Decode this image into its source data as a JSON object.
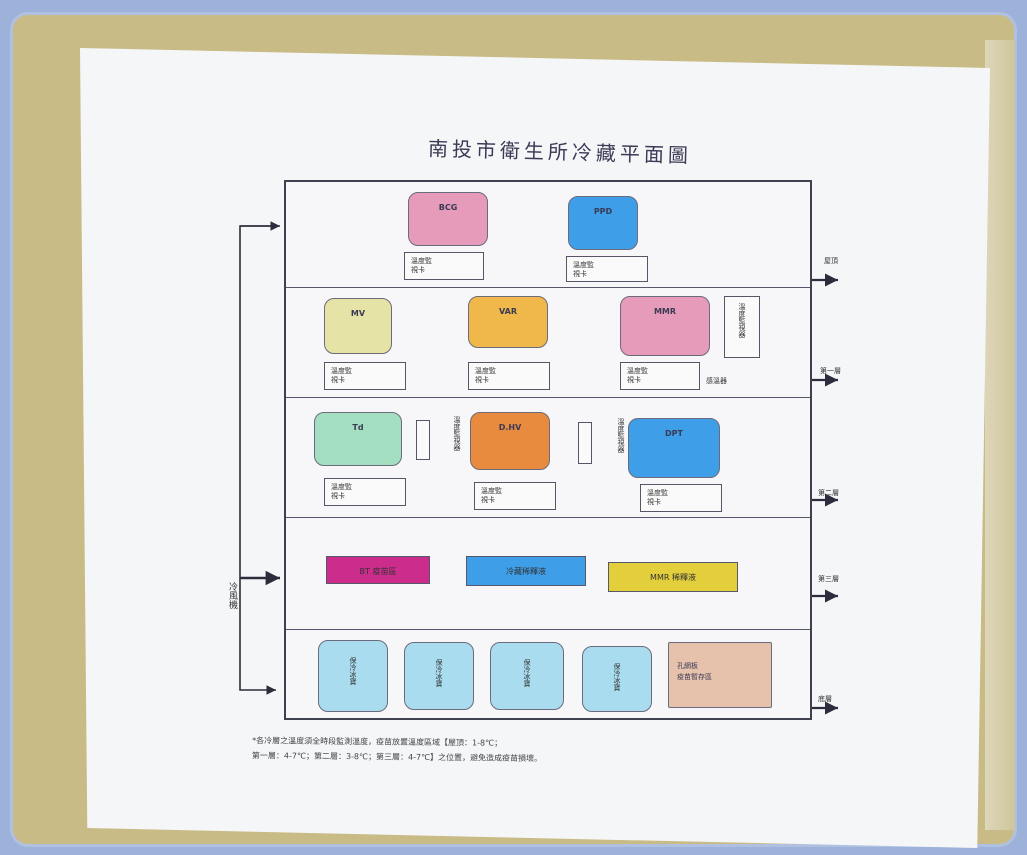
{
  "title": "南投市衛生所冷藏平面圖",
  "floors": {
    "f5": {
      "units": [
        {
          "label": "BCG",
          "tag_line1": "溫度監",
          "tag_line2": "視卡"
        },
        {
          "label": "PPD",
          "tag_line1": "溫度監",
          "tag_line2": "視卡"
        }
      ],
      "exit_label": "屋頂"
    },
    "f4": {
      "units": [
        {
          "label": "MV",
          "tag_line1": "溫度監",
          "tag_line2": "視卡"
        },
        {
          "label": "VAR",
          "tag_line1": "溫度監",
          "tag_line2": "視卡"
        },
        {
          "label": "MMR",
          "tag_line1": "溫度監",
          "tag_line2": "視卡"
        }
      ],
      "side_box": "溫度監視器",
      "sensor_label": "感溫器",
      "exit_label": "第一層"
    },
    "f3": {
      "units": [
        {
          "label": "Td",
          "tag_line1": "溫度監",
          "tag_line2": "視卡"
        },
        {
          "label": "D.HV",
          "tag_line1": "溫度監",
          "tag_line2": "視卡"
        },
        {
          "label": "DPT",
          "tag_line1": "溫度監",
          "tag_line2": "視卡"
        }
      ],
      "connector_label": "溫度監視器",
      "exit_label": "第二層"
    },
    "f2": {
      "bars": [
        {
          "label": "BT 疫苗區"
        },
        {
          "label": "冷藏稀釋液"
        },
        {
          "label": "MMR 稀釋液"
        }
      ],
      "exit_label": "第三層"
    },
    "f1": {
      "tall_units": [
        {
          "label": "保冷冰寶"
        },
        {
          "label": "保冷冰寶"
        },
        {
          "label": "保冷冰寶"
        },
        {
          "label": "保冷冰寶"
        }
      ],
      "last_box_line1": "孔網板",
      "last_box_line2": "疫苗暫存區",
      "exit_label": "底層"
    }
  },
  "left_label": "冷風機",
  "note_line1": "*各冷層之溫度須全時段監測溫度，疫苗放置溫度區域【屋頂：1-8℃；",
  "note_line2": "第一層：4-7℃；第二層：3-8℃；第三層：4-7℃】之位置，避免造成疫苗損壞。",
  "colors": {
    "bcg": "#e79bbb",
    "ppd": "#3e9ee8",
    "mv": "#e5e3a6",
    "var": "#f0b84a",
    "mmr": "#e79bbb",
    "td": "#a3dfc0",
    "dhv": "#e98b3e",
    "dpt": "#3e9ee8",
    "bar1": "#cc2c8c",
    "bar2": "#3e9ee8",
    "bar3": "#e3cf3c",
    "tall": "#a9dcef",
    "last": "#e6c1ac"
  }
}
